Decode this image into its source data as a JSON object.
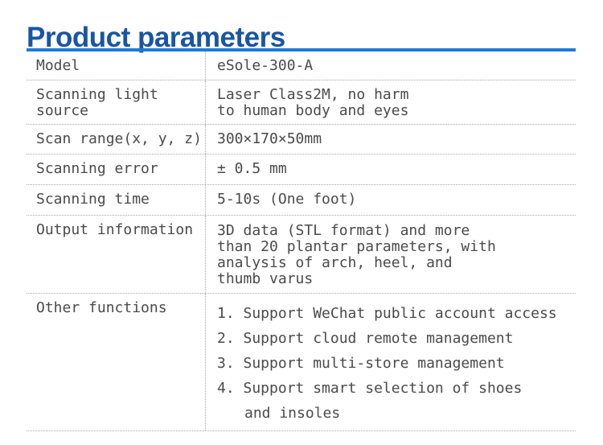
{
  "page": {
    "title": "Product parameters"
  },
  "colors": {
    "title_blue": "#1a55a3",
    "table_top_border_blue": "#1e7ad8",
    "text_gray": "#4a4a4a",
    "dotted_divider_gray": "#a9a9a9",
    "background": "#ffffff"
  },
  "table": {
    "rows": [
      {
        "key": "model",
        "type": "plain",
        "label_lines": [
          "Model"
        ],
        "value_lines": [
          "eSole-300-A"
        ]
      },
      {
        "key": "scanning-light-source",
        "type": "plain",
        "label_lines": [
          "Scanning light",
          "source"
        ],
        "value_lines": [
          "Laser Class2M, no harm",
          "to human body and eyes"
        ]
      },
      {
        "key": "scan-range",
        "type": "plain",
        "label_lines": [
          "Scan range(x, y, z)"
        ],
        "value_lines": [
          "300×170×50mm"
        ]
      },
      {
        "key": "scanning-error",
        "type": "plain",
        "label_lines": [
          "Scanning error"
        ],
        "value_lines": [
          "± 0.5 mm"
        ]
      },
      {
        "key": "scanning-time",
        "type": "plain",
        "label_lines": [
          "Scanning time"
        ],
        "value_lines": [
          "5-10s (One foot)"
        ]
      },
      {
        "key": "output-information",
        "type": "plain",
        "label_lines": [
          "Output information"
        ],
        "value_lines": [
          "3D data (STL format) and more",
          "than 20 plantar parameters, with",
          "analysis of arch, heel, and",
          "thumb varus"
        ]
      },
      {
        "key": "other-functions",
        "type": "list",
        "label_lines": [
          "Other functions"
        ],
        "value_lines": [
          "1. Support WeChat public account access",
          "2. Support cloud remote management",
          "3. Support multi-store management",
          "4. Support smart selection of shoes",
          "and insoles"
        ],
        "indent_lines": [
          4
        ]
      }
    ]
  }
}
